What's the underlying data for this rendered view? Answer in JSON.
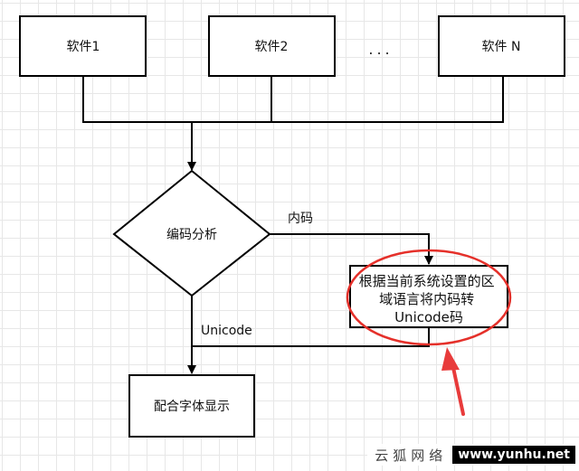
{
  "nodes": {
    "software1": "软件1",
    "software2": "软件2",
    "softwareN": "软件 N",
    "ellipsis": "...",
    "decision": "编码分析",
    "convert": [
      "根据当前系统设置的区",
      "域语言将内码转",
      "Unicode码"
    ],
    "display": "配合字体显示"
  },
  "edges": {
    "internal_code": "内码",
    "unicode": "Unicode"
  },
  "watermark": {
    "site_name": "云狐网络",
    "url": "www.yunhu.net"
  },
  "colors": {
    "line": "#000000",
    "highlight": "#e5302a",
    "arrow": "#e83b3b"
  },
  "icons": {
    "arrowhead": "arrowhead-icon",
    "highlight_arrow": "red-arrow-icon"
  }
}
